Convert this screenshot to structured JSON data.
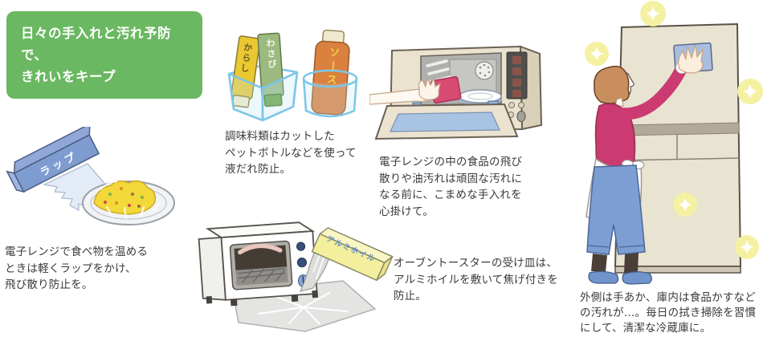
{
  "header": {
    "lines": [
      "日々の手入れと汚れ予防で、",
      "きれいをキープ"
    ]
  },
  "tips": {
    "wrap": {
      "product_label": "ラップ",
      "lines": [
        "電子レンジで食べ物を温める",
        "ときは軽くラップをかけ、",
        "飛び散り防止を。"
      ]
    },
    "condiments": {
      "labels": {
        "mustard": "からし",
        "wasabi": "わさび",
        "sauce": "ソース"
      },
      "lines": [
        "調味料類はカットした",
        "ペットボトルなどを使って",
        "液だれ防止。"
      ]
    },
    "microwave": {
      "lines": [
        "電子レンジの中の食品の飛び",
        "散りや油汚れは頑固な汚れに",
        "なる前に、こまめな手入れを",
        "心掛けて。"
      ]
    },
    "toaster": {
      "product_label": "アルミホイル",
      "lines": [
        "オーブントースターの受け皿は、",
        "アルミホイルを敷いて焦げ付きを",
        "防止。"
      ]
    },
    "fridge": {
      "lines": [
        "外側は手あか、庫内は食品かすなど",
        "の汚れが…。毎日の拭き掃除を習慣",
        "にして、清潔な冷蔵庫に。"
      ]
    }
  },
  "colors": {
    "header_bg": "#6ab861",
    "header_text": "#ffffff",
    "caption_text": "#3a3a3a",
    "wrap_box_blue": "#7e9ccf",
    "pet_bottle_blue": "#7cc6e8",
    "cloth_pink": "#d84a72",
    "sweater_magenta": "#cb3a70",
    "jeans_blue": "#7d9ed3",
    "foil_box_yellow": "#f4ef9d",
    "fridge_beige": "#e9e3d1",
    "sparkle_yellow": "#f5f1a2"
  }
}
